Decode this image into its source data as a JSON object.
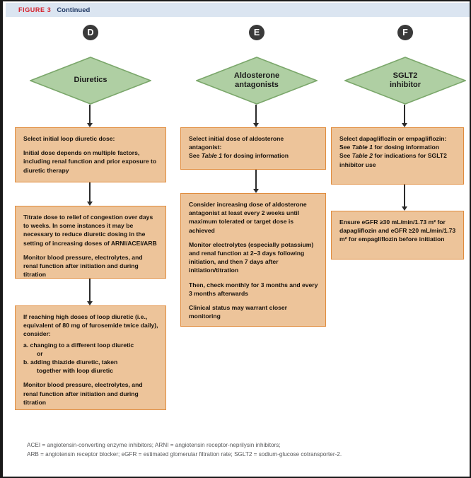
{
  "header": {
    "figure_label": "FIGURE 3",
    "continued_label": "Continued",
    "bar_color": "#dbe5f1",
    "figure_label_color": "#d6202a",
    "continued_color": "#1f3864"
  },
  "theme": {
    "diamond_fill": "#afcfa3",
    "diamond_stroke": "#7ba76b",
    "box_fill": "#edc49a",
    "box_stroke": "#e08c3e",
    "badge_fill": "#3a3a3a",
    "arrow_color": "#2b2b2b",
    "footnote_color": "#58595b"
  },
  "panels": [
    {
      "badge": "D",
      "decision": "Diuretics",
      "decision_lines": [
        "Diuretics"
      ],
      "steps": [
        {
          "id": "d-step-1",
          "paragraphs": [
            "Select initial loop diuretic dose:",
            "Initial dose depends on multiple factors, including renal function and prior exposure to diuretic therapy"
          ]
        },
        {
          "id": "d-step-2",
          "paragraphs": [
            "Titrate dose to relief of congestion over days to weeks. In some instances it may be necessary to reduce diuretic dosing in the setting of increasing doses of ARNI/ACEI/ARB",
            "Monitor blood pressure, electrolytes, and renal function after initiation and during titration"
          ]
        },
        {
          "id": "d-step-3",
          "lead": "If reaching high doses of loop diuretic (i.e., equivalent of 80 mg of furosemide twice daily), consider:",
          "list": [
            "a. changing to a different loop diuretic",
            "or",
            "b. adding thiazide diuretic, taken",
            "together with loop diuretic"
          ],
          "tail": "Monitor blood pressure, electrolytes, and renal function after initiation and during titration"
        }
      ]
    },
    {
      "badge": "E",
      "decision": "Aldosterone antagonists",
      "decision_lines": [
        "Aldosterone",
        "antagonists"
      ],
      "steps": [
        {
          "id": "e-step-1",
          "lines": [
            "Select initial dose of aldosterone",
            "antagonist:"
          ],
          "ref_prefix": "See ",
          "ref_italic": "Table 1",
          "ref_suffix": " for dosing information"
        },
        {
          "id": "e-step-2",
          "paragraphs": [
            "Consider increasing dose of aldosterone antagonist at least every 2 weeks until maximum tolerated or target dose is achieved",
            "Monitor electrolytes (especially potassium) and renal function at 2–3 days following initiation, and then 7 days after initiation/titration",
            "Then, check monthly for 3 months and every 3 months afterwards",
            "Clinical status may warrant closer monitoring"
          ]
        }
      ]
    },
    {
      "badge": "F",
      "decision": "SGLT2 inhibitor",
      "decision_lines": [
        "SGLT2",
        "inhibitor"
      ],
      "steps": [
        {
          "id": "f-step-1",
          "line1": "Select dapagliflozin or empagliflozin:",
          "ref1_prefix": "See ",
          "ref1_italic": "Table 1",
          "ref1_suffix": " for dosing information",
          "ref2_prefix": "See ",
          "ref2_italic": "Table 2",
          "ref2_suffix": " for indications for SGLT2",
          "line4": "inhibitor use"
        },
        {
          "id": "f-step-2",
          "paragraphs": [
            "Ensure eGFR ≥30 mL/min/1.73 m² for dapagliflozin and eGFR ≥20 mL/min/1.73 m² for empagliflozin before initiation"
          ]
        }
      ]
    }
  ],
  "footnote": {
    "line1": "ACEI = angiotensin-converting enzyme inhibitors; ARNI = angiotensin receptor-neprilysin inhibitors;",
    "line2": "ARB = angiotensin receptor blocker; eGFR = estimated glomerular filtration rate; SGLT2 = sodium-glucose cotransporter-2."
  }
}
